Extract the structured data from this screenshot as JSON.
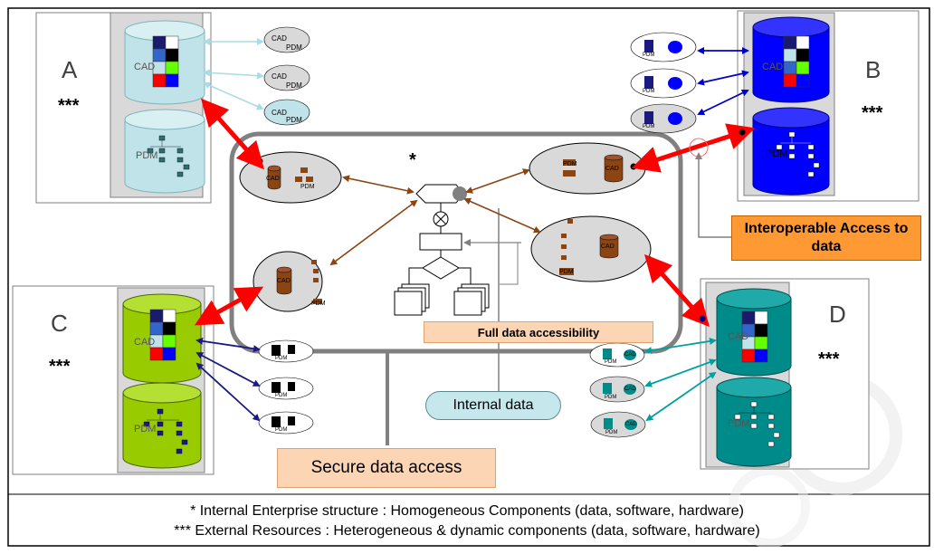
{
  "enterprises": {
    "a": {
      "letter": "A",
      "stars": "***"
    },
    "b": {
      "letter": "B",
      "stars": "***"
    },
    "c": {
      "letter": "C",
      "stars": "***"
    },
    "d": {
      "letter": "D",
      "stars": "***"
    }
  },
  "component_labels": {
    "cad": "CAD",
    "pdm": "PDM"
  },
  "internal_marker": "*",
  "labels": {
    "interoperable_access": "Interoperable Access to data",
    "full_accessibility": "Full data accessibility",
    "internal_data": "Internal data",
    "secure_access": "Secure data access"
  },
  "legend": {
    "line1": "*      Internal Enterprise structure : Homogeneous Components (data, software, hardware)",
    "line2": "*** External Resources : Heterogeneous & dynamic components (data, software, hardware)"
  },
  "colors": {
    "enterprise_a": "#bfe3e8",
    "enterprise_b": "#0000ff",
    "enterprise_c": "#99cc00",
    "enterprise_d": "#008b8b",
    "internal": "#8b4513",
    "exchange_arrow": "#ff0000",
    "interoperable_box": "#ff9933",
    "secure_box": "#fcd5b4"
  }
}
